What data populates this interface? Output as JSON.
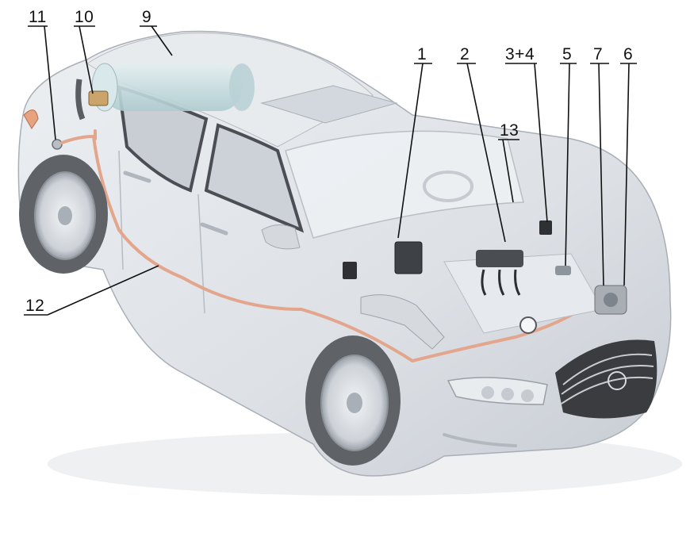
{
  "colors": {
    "body": "#dfe3e8",
    "body_shade": "#c4cad2",
    "glass": "#eef1f4",
    "tire": "#6a6e73",
    "rim": "#d8dce1",
    "fuel_line": "#e3a58c",
    "tank": "#cfe1e4",
    "grille": "#3a3c40",
    "leader": "#111111"
  },
  "callouts": [
    {
      "id": "1",
      "label": "1"
    },
    {
      "id": "2",
      "label": "2"
    },
    {
      "id": "3_4",
      "label": "3+4"
    },
    {
      "id": "5",
      "label": "5"
    },
    {
      "id": "7",
      "label": "7"
    },
    {
      "id": "6",
      "label": "6"
    },
    {
      "id": "13",
      "label": "13"
    },
    {
      "id": "9",
      "label": "9"
    },
    {
      "id": "10",
      "label": "10"
    },
    {
      "id": "11",
      "label": "11"
    },
    {
      "id": "12",
      "label": "12"
    }
  ]
}
